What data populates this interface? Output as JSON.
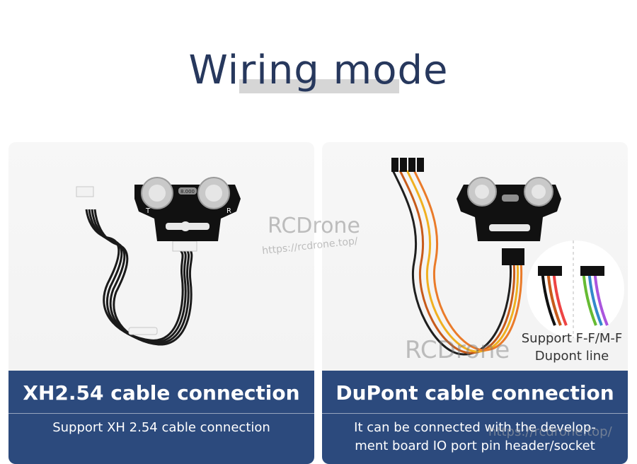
{
  "title": "Wiring mode",
  "panels": [
    {
      "heading": "XH2.54 cable connection",
      "description": "Support XH 2.54 cable connection"
    },
    {
      "heading": "DuPont cable connection",
      "description_line1": "It can be connected with the develop-",
      "description_line2": "ment board IO port pin header/socket",
      "callout_line1": "Support F-F/M-F",
      "callout_line2": "Dupont line"
    }
  ],
  "watermarks": {
    "brand": "RCDrone",
    "url": "https://rcdrone.top/"
  },
  "sensor_silk": {
    "t_label": "T",
    "r_label": "R",
    "crystal": "8.000"
  }
}
